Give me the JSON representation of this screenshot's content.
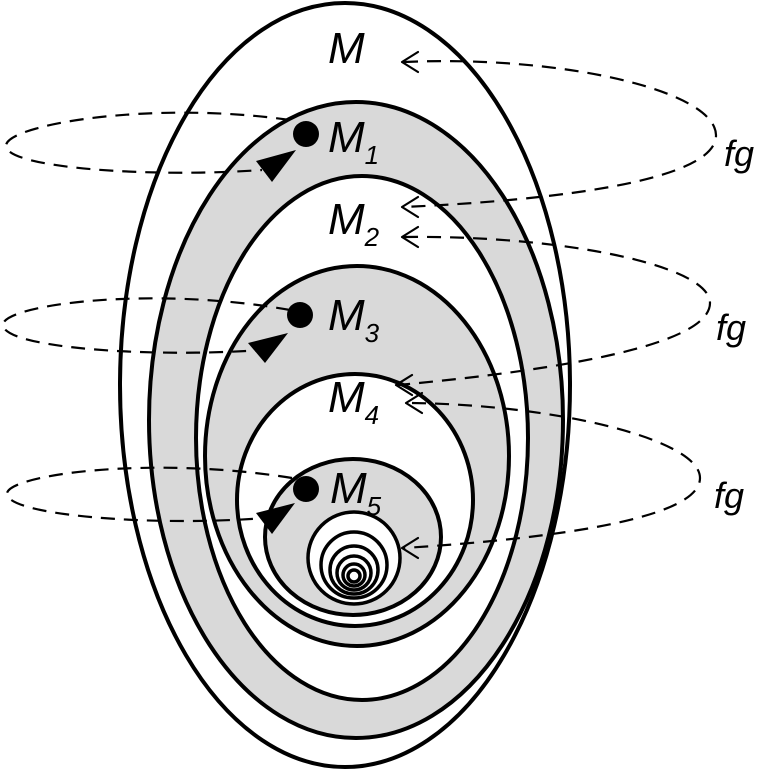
{
  "regions": [
    {
      "label": "M",
      "subscript": ""
    },
    {
      "label": "M",
      "subscript": "1"
    },
    {
      "label": "M",
      "subscript": "2"
    },
    {
      "label": "M",
      "subscript": "3"
    },
    {
      "label": "M",
      "subscript": "4"
    },
    {
      "label": "M",
      "subscript": "5"
    }
  ],
  "maps": [
    {
      "label": "fg"
    },
    {
      "label": "fg"
    },
    {
      "label": "fg"
    }
  ],
  "colors": {
    "shaded": "#d9d9d9",
    "line": "#000000",
    "background": "#ffffff"
  }
}
